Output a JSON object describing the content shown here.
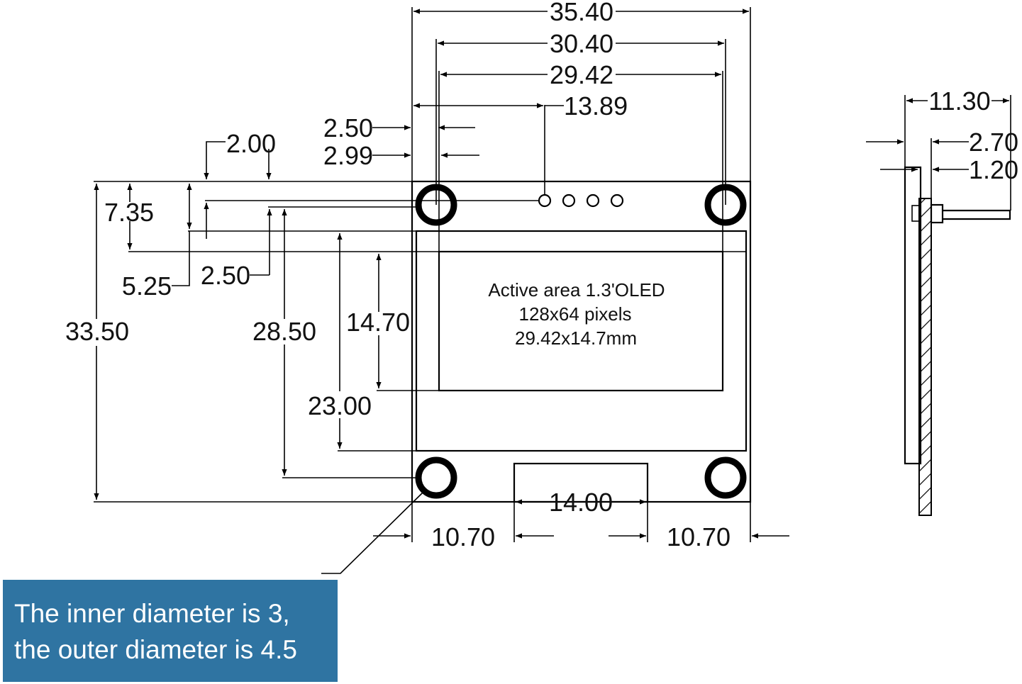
{
  "dimensions": {
    "d35_40": "35.40",
    "d30_40": "30.40",
    "d29_42": "29.42",
    "d13_89": "13.89",
    "d2_50_top": "2.50",
    "d2_99": "2.99",
    "d2_00": "2.00",
    "d7_35": "7.35",
    "d5_25": "5.25",
    "d2_50_left": "2.50",
    "d33_50": "33.50",
    "d28_50": "28.50",
    "d14_70": "14.70",
    "d23_00": "23.00",
    "d14_00": "14.00",
    "d10_70_left": "10.70",
    "d10_70_right": "10.70",
    "d11_30": "11.30",
    "d2_70": "2.70",
    "d1_20": "1.20"
  },
  "active_area": {
    "line1": "Active area 1.3'OLED",
    "line2": "128x64 pixels",
    "line3": "29.42x14.7mm"
  },
  "note": {
    "line1": "The inner diameter is 3,",
    "line2": "the outer diameter is 4.5",
    "background": "#2f74a2"
  }
}
